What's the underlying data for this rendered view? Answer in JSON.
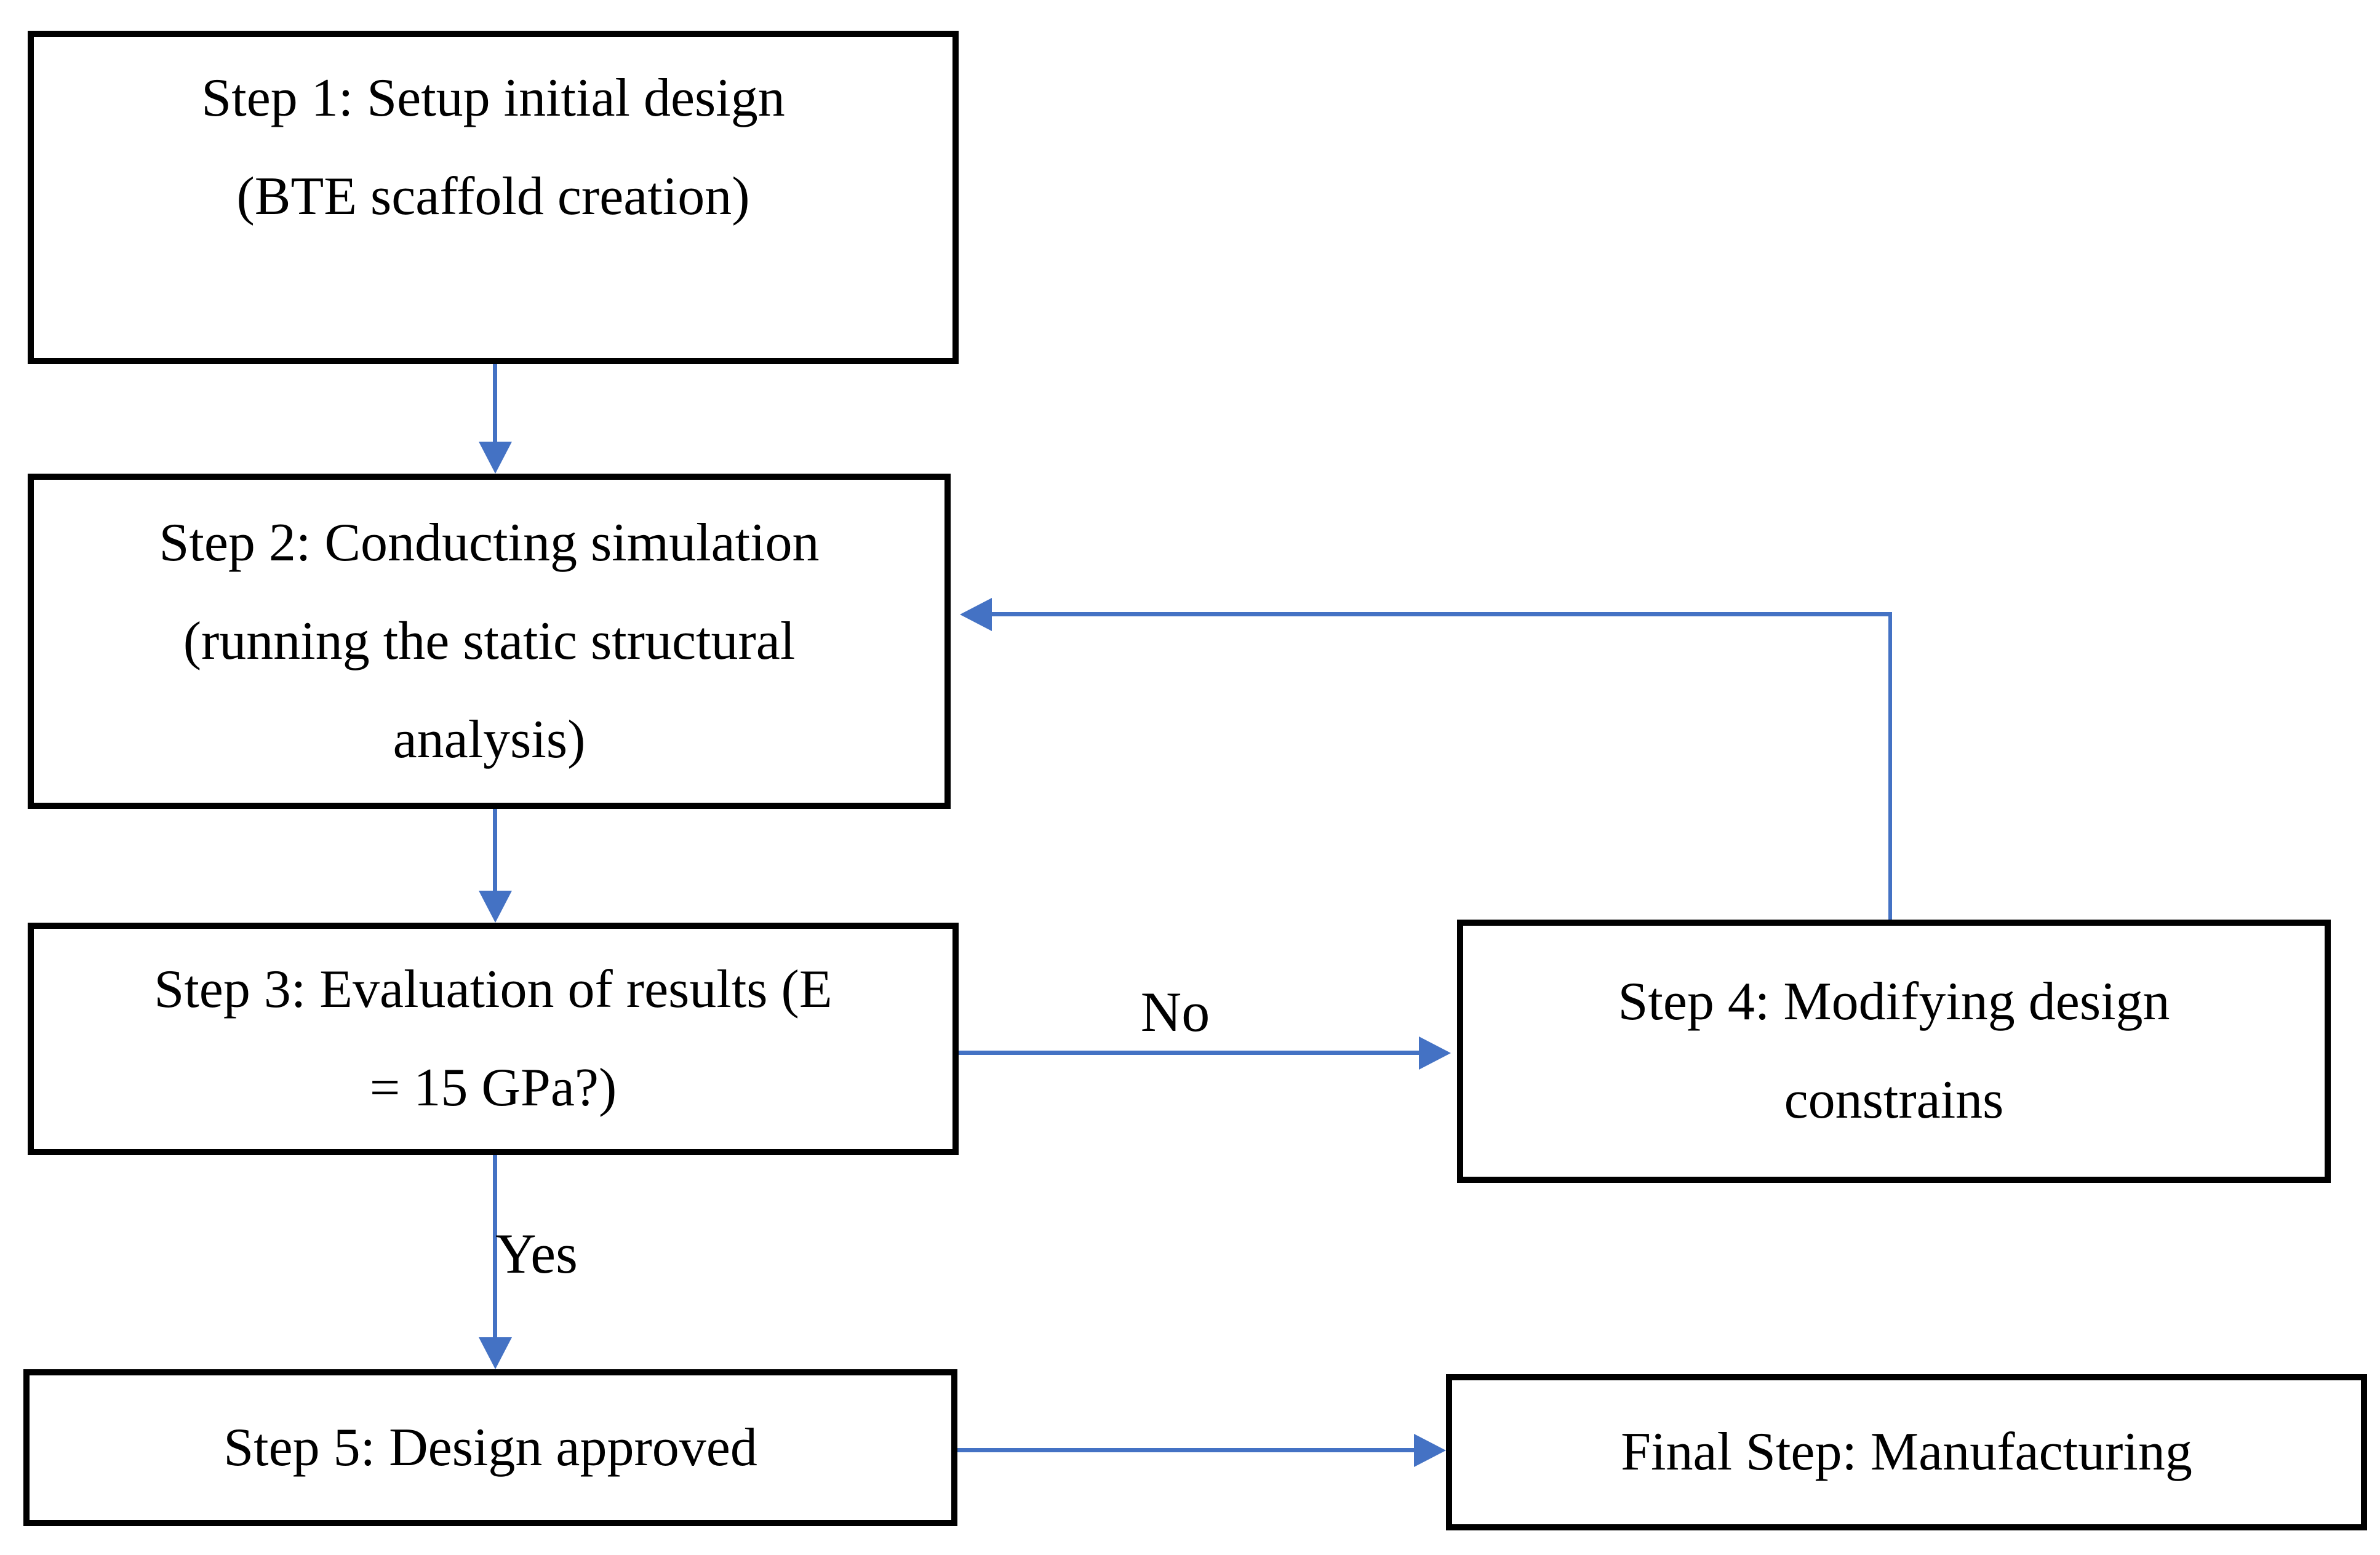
{
  "diagram": {
    "accent_color": "#4472C4",
    "border_color": "#000000",
    "nodes": {
      "step1": {
        "lines": [
          "Step 1: Setup initial design",
          "(BTE scaffold creation)"
        ]
      },
      "step2": {
        "lines": [
          "Step 2: Conducting simulation",
          "(running the static structural",
          "analysis)"
        ]
      },
      "step3": {
        "lines": [
          "Step 3: Evaluation of results (E",
          "= 15 GPa?)"
        ]
      },
      "step4": {
        "lines": [
          "Step 4: Modifying design",
          "constrains"
        ]
      },
      "step5": {
        "lines": [
          "Step 5: Design approved"
        ]
      },
      "final": {
        "lines": [
          "Final Step: Manufacturing"
        ]
      }
    },
    "edges": {
      "no_label": "No",
      "yes_label": "Yes"
    }
  }
}
